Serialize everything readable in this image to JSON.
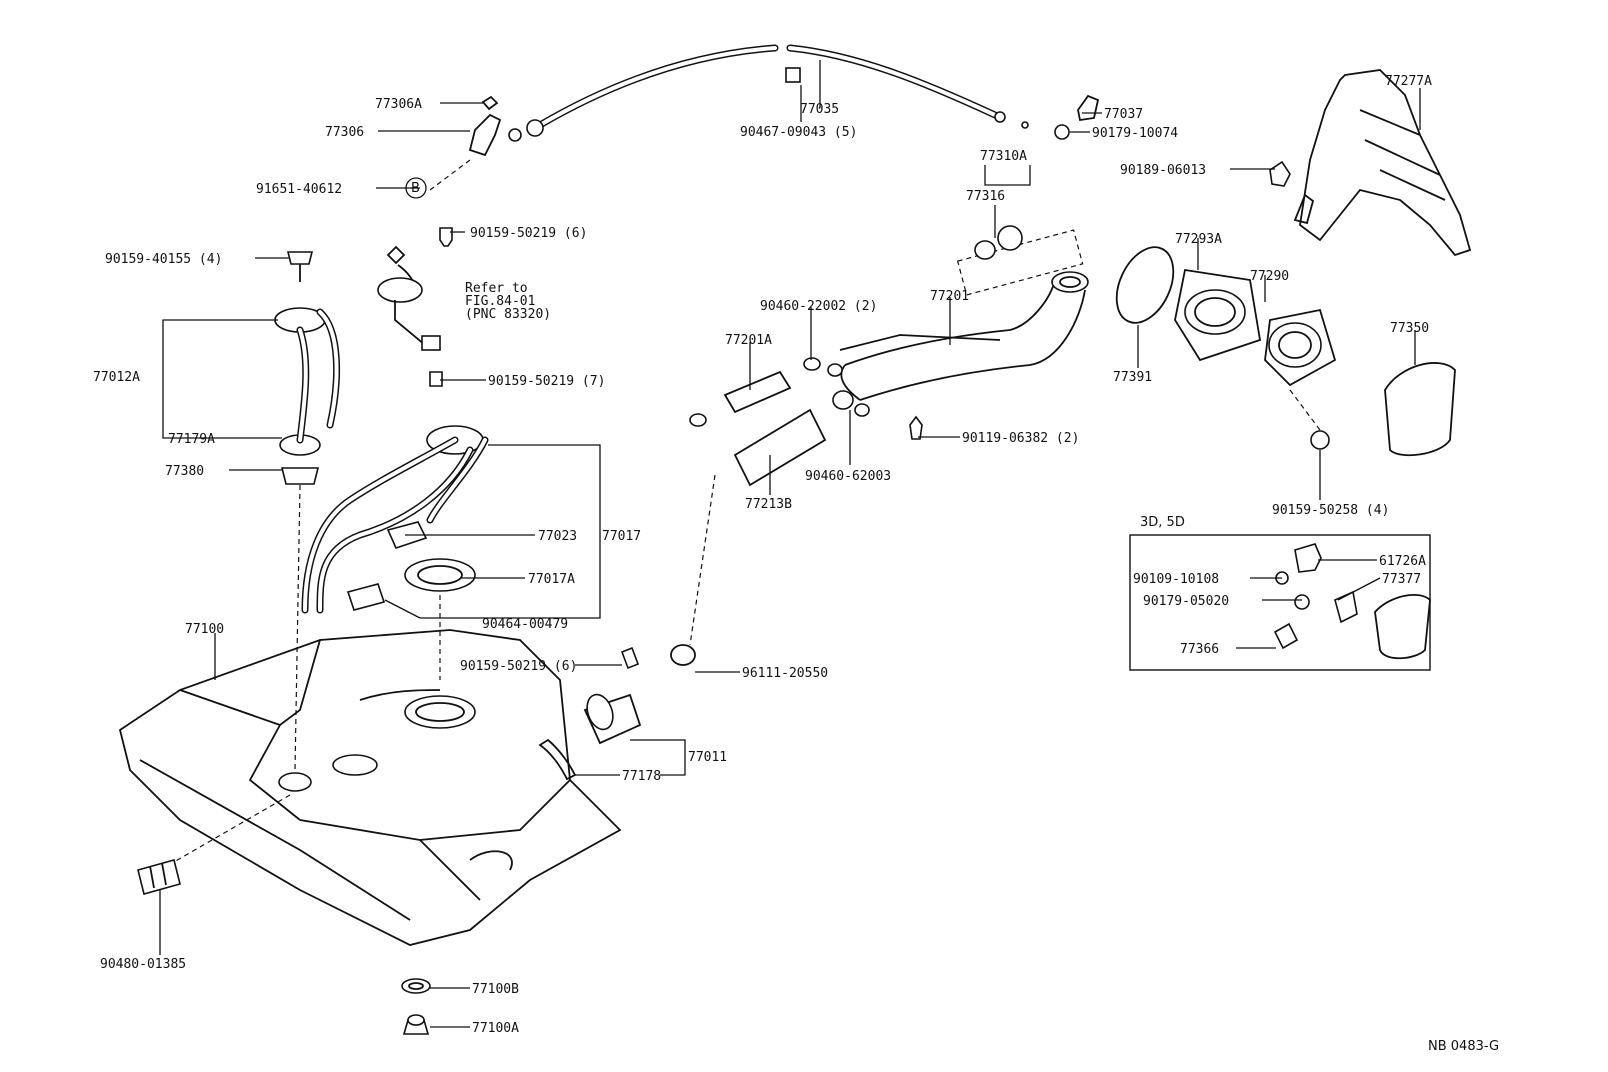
{
  "figure_code": "NB 0483-G",
  "reference_note": {
    "line1": "Refer to",
    "line2": "FIG.84-01",
    "line3": "(PNC 83320)"
  },
  "inset_title": "3D, 5D",
  "callouts": {
    "p77306A": "77306A",
    "p77306": "77306",
    "p91651_40612": "91651-40612",
    "p90467_09043": "90467-09043 (5)",
    "p77035": "77035",
    "p77037": "77037",
    "p90179_10074": "90179-10074",
    "p77277A": "77277A",
    "p77310A": "77310A",
    "p77316": "77316",
    "p90189_06013": "90189-06013",
    "p90159_50219_6a": "90159-50219 (6)",
    "p90159_40155": "90159-40155 (4)",
    "p77012A": "77012A",
    "p77179A": "77179A",
    "p77380": "77380",
    "p90159_50219_7": "90159-50219 (7)",
    "p77017": "77017",
    "p77023": "77023",
    "p77017A": "77017A",
    "p90464_00479": "90464-00479",
    "p77100": "77100",
    "p90460_22002": "90460-22002 (2)",
    "p77201": "77201",
    "p77201A": "77201A",
    "p90460_62003": "90460-62003",
    "p77213B": "77213B",
    "p90119_06382": "90119-06382 (2)",
    "p77293A": "77293A",
    "p77290": "77290",
    "p77391": "77391",
    "p77350": "77350",
    "p90159_50258": "90159-50258 (4)",
    "p61726A": "61726A",
    "p90109_10108": "90109-10108",
    "p77377": "77377",
    "p90179_05020": "90179-05020",
    "p77366": "77366",
    "p90159_50219_6b": "90159-50219 (6)",
    "p96111_20550": "96111-20550",
    "p77011": "77011",
    "p77178": "77178",
    "p90480_01385": "90480-01385",
    "p77100B": "77100B",
    "p77100A": "77100A"
  }
}
